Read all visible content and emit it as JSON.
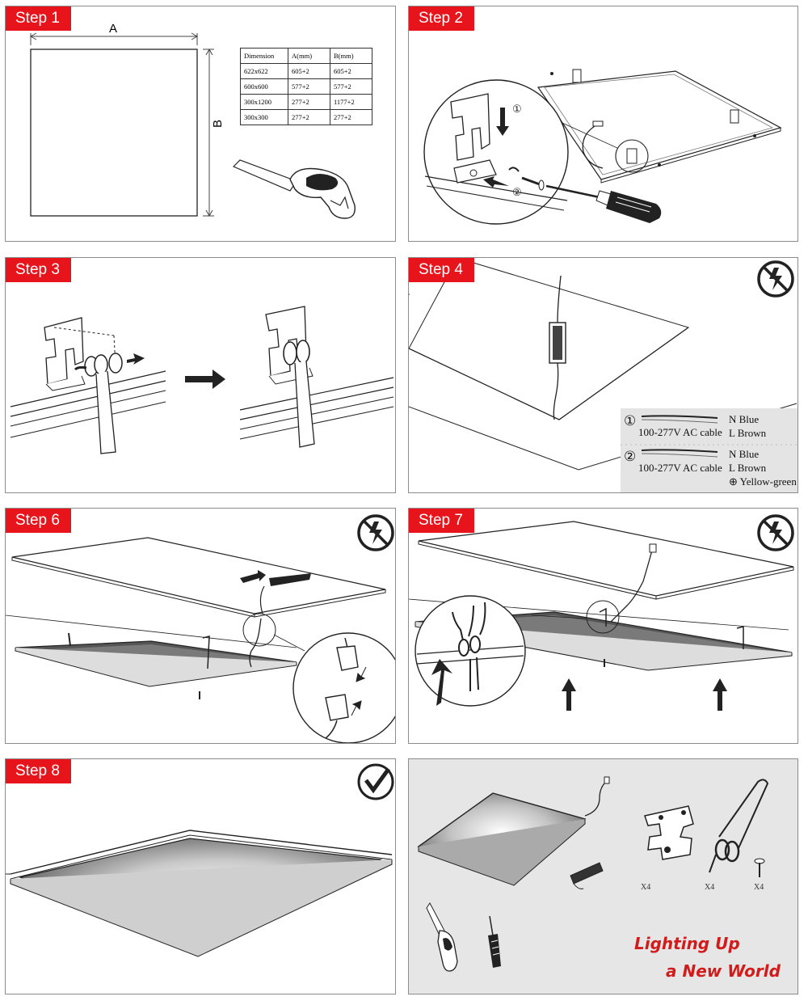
{
  "steps": {
    "step1": "Step 1",
    "step2": "Step 2",
    "step3": "Step 3",
    "step4": "Step 4",
    "step6": "Step 6",
    "step7": "Step 7",
    "step8": "Step 8"
  },
  "step1": {
    "label_a": "A",
    "label_b": "B",
    "table": {
      "headers": [
        "Dimension",
        "A(mm)",
        "B(mm)"
      ],
      "rows": [
        [
          "622x622",
          "605+2",
          "605+2"
        ],
        [
          "600x600",
          "577+2",
          "577+2"
        ],
        [
          "300x1200",
          "277+2",
          "1177+2"
        ],
        [
          "300x300",
          "277+2",
          "277+2"
        ]
      ]
    }
  },
  "step2": {
    "marker_1": "①",
    "marker_2": "②"
  },
  "step4": {
    "cable1": {
      "marker": "①",
      "label": "100-277V AC cable",
      "lines": [
        "N Blue",
        "L Brown"
      ]
    },
    "cable2": {
      "marker": "②",
      "label": "100-277V AC cable",
      "lines": [
        "N Blue",
        "L Brown",
        "⊕ Yellow-green"
      ]
    }
  },
  "kit": {
    "qty_clip": "X4",
    "qty_spring": "X4",
    "qty_screw": "X4",
    "tagline_line1": "Lighting Up",
    "tagline_line2": "a New World"
  },
  "icons": {
    "no_power": "no-electricity-icon",
    "done": "checkmark-icon"
  },
  "colors": {
    "step_label_bg": "#e8141c",
    "tagline": "#d21b1b"
  }
}
